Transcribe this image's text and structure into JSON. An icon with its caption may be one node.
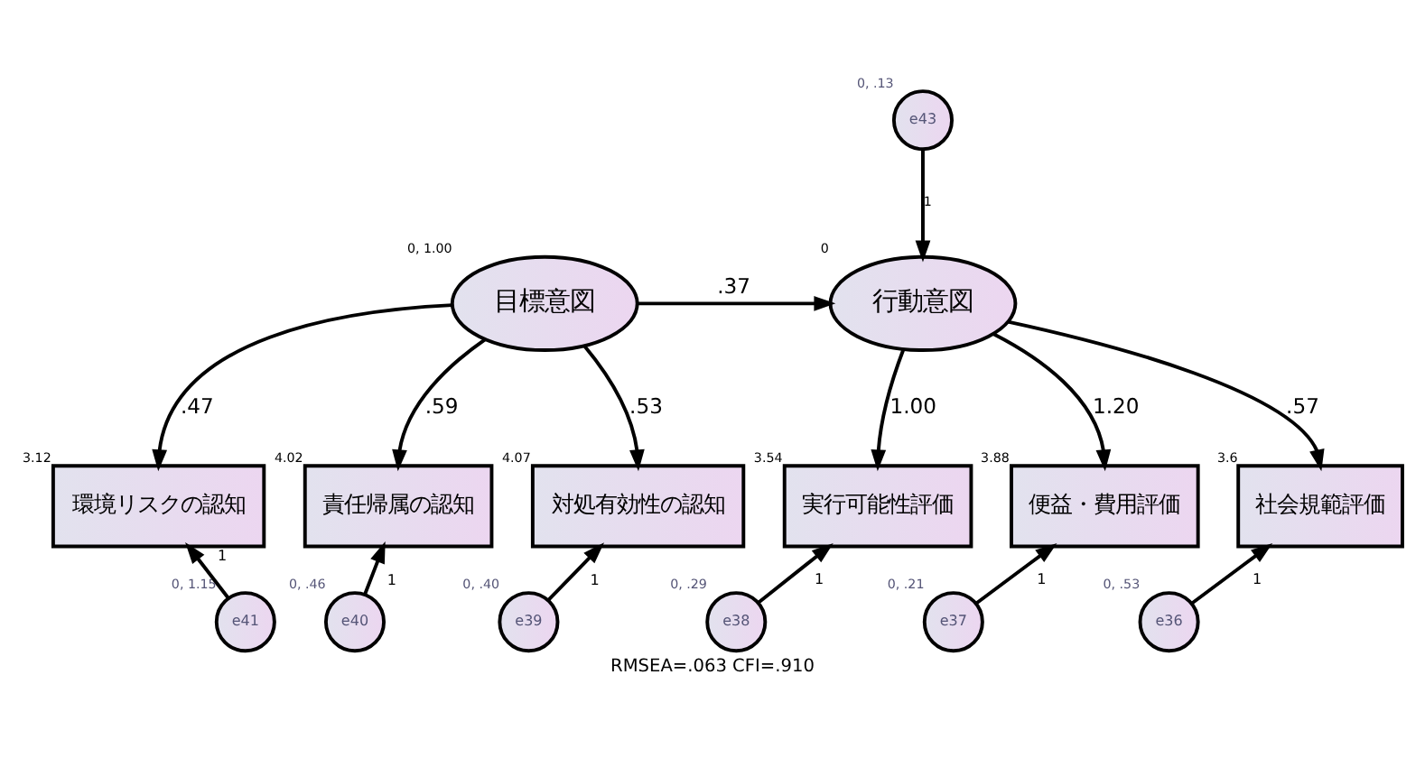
{
  "diagram": {
    "caption": "RMSEA=.063 CFI=.910",
    "nodes": [
      {
        "text": [
          "目標意図"
        ],
        "beside": [
          "0, 1.00"
        ]
      },
      {
        "text": [
          "行動意図"
        ],
        "beside": [
          "0"
        ]
      },
      {
        "text": [
          "e43"
        ],
        "beside": [
          "0, .13"
        ]
      },
      {
        "text": [
          "環境リスクの認知"
        ],
        "beside": [
          "3.12"
        ]
      },
      {
        "text": [
          "責任帰属の認知"
        ],
        "beside": [
          "4.02"
        ]
      },
      {
        "text": [
          "対処有効性の認知"
        ],
        "beside": [
          "4.07"
        ]
      },
      {
        "text": [
          "実行可能性評価"
        ],
        "beside": [
          "3.54"
        ]
      },
      {
        "text": [
          "便益・費用評価"
        ],
        "beside": [
          "3.88"
        ]
      },
      {
        "text": [
          "社会規範評価"
        ],
        "beside": [
          "3.6"
        ]
      },
      {
        "text": [
          "e41"
        ],
        "beside": [
          "0, 1.15"
        ]
      },
      {
        "text": [
          "e40"
        ],
        "beside": [
          "0, .46"
        ]
      },
      {
        "text": [
          "e39"
        ],
        "beside": [
          "0, .40"
        ]
      },
      {
        "text": [
          "e38"
        ],
        "beside": [
          "0, .29"
        ]
      },
      {
        "text": [
          "e37"
        ],
        "beside": [
          "0, .21"
        ]
      },
      {
        "text": [
          "e36"
        ],
        "beside": [
          "0, .53"
        ]
      }
    ],
    "edges": [
      {
        "from": 0,
        "to": 1,
        "arrow": "to",
        "label": ".37"
      },
      {
        "from": 2,
        "to": 1,
        "arrow": "to",
        "label": "1"
      },
      {
        "from": 0,
        "to": 3,
        "arrow": "to",
        "label": ".47"
      },
      {
        "from": 0,
        "to": 4,
        "arrow": "to",
        "label": ".59"
      },
      {
        "from": 0,
        "to": 5,
        "arrow": "to",
        "label": ".53"
      },
      {
        "from": 1,
        "to": 6,
        "arrow": "to",
        "label": "1.00"
      },
      {
        "from": 1,
        "to": 7,
        "arrow": "to",
        "label": "1.20"
      },
      {
        "from": 1,
        "to": 8,
        "arrow": "to",
        "label": ".57"
      },
      {
        "from": 9,
        "to": 3,
        "arrow": "to",
        "label": "1"
      },
      {
        "from": 10,
        "to": 4,
        "arrow": "to",
        "label": "1"
      },
      {
        "from": 11,
        "to": 5,
        "arrow": "to",
        "label": "1"
      },
      {
        "from": 12,
        "to": 6,
        "arrow": "to",
        "label": "1"
      },
      {
        "from": 13,
        "to": 7,
        "arrow": "to",
        "label": "1"
      },
      {
        "from": 14,
        "to": 8,
        "arrow": "to",
        "label": "1"
      }
    ]
  }
}
